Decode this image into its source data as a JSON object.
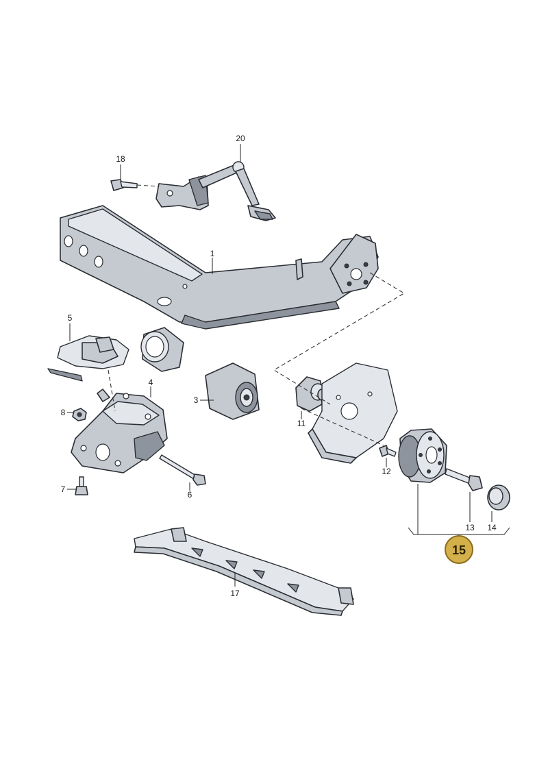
{
  "diagram": {
    "callouts": [
      {
        "id": "1",
        "label": "1"
      },
      {
        "id": "3",
        "label": "3"
      },
      {
        "id": "4",
        "label": "4"
      },
      {
        "id": "5",
        "label": "5"
      },
      {
        "id": "6",
        "label": "6"
      },
      {
        "id": "7",
        "label": "7"
      },
      {
        "id": "8",
        "label": "8"
      },
      {
        "id": "11",
        "label": "11"
      },
      {
        "id": "12",
        "label": "12"
      },
      {
        "id": "13",
        "label": "13"
      },
      {
        "id": "14",
        "label": "14"
      },
      {
        "id": "17",
        "label": "17"
      },
      {
        "id": "18",
        "label": "18"
      },
      {
        "id": "20",
        "label": "20"
      }
    ],
    "highlight": {
      "label": "15",
      "color": "#d4b04a",
      "border": "#8a6d1c"
    }
  }
}
